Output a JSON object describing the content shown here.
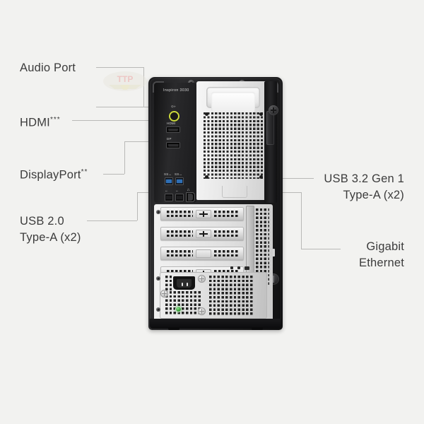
{
  "page": {
    "background_color": "#f2f2f0",
    "text_color": "#3c3c3c",
    "leader_line_color": "#b9b9b7"
  },
  "device": {
    "model_text": "Inspiron 3030",
    "accent_colors": {
      "usb3_blue": "#2f6fb5",
      "audio_jack_green": "#cddb3c",
      "psu_led_green": "#2e9a2e",
      "chassis_black": "#1d1d1f",
      "cover_white": "#e3e3e3"
    }
  },
  "watermark": {
    "text": "TTP"
  },
  "callouts": [
    {
      "id": "audio-port",
      "label": "Audio Port",
      "sup": "",
      "align": "left"
    },
    {
      "id": "hdmi",
      "label": "HDMI",
      "sup": "***",
      "align": "left"
    },
    {
      "id": "displayport",
      "label": "DisplayPort",
      "sup": "**",
      "align": "left"
    },
    {
      "id": "usb2",
      "label": "USB 2.0\nType-A (x2)",
      "sup": "",
      "align": "left"
    },
    {
      "id": "usb32",
      "label": "USB 3.2 Gen 1\nType-A (x2)",
      "sup": "",
      "align": "right"
    },
    {
      "id": "gigabit-ethernet",
      "label": "Gigabit\nEthernet",
      "sup": "",
      "align": "right"
    }
  ]
}
